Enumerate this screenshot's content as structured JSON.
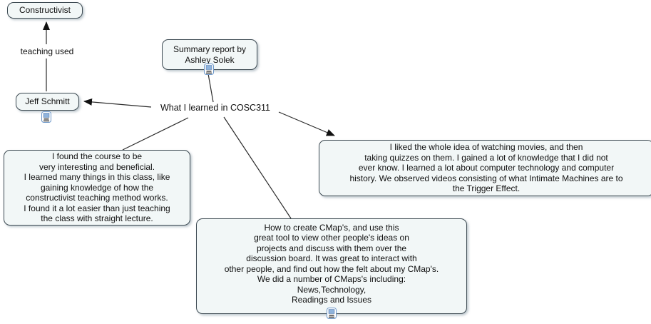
{
  "diagram": {
    "type": "concept-map",
    "root_label": "What I learned in COSC311",
    "nodes": {
      "constructivist": {
        "label": "Constructivist"
      },
      "teaching_used": {
        "label": "teaching used"
      },
      "jeff_schmitt": {
        "label": "Jeff Schmitt",
        "has_resource_icon": true
      },
      "summary_report": {
        "label": "Summary report by\nAshley Solek",
        "has_resource_icon": true
      },
      "root": {
        "label": "What I learned in COSC311"
      },
      "course_benefits": {
        "label": "I found the course to be\nvery interesting and beneficial.\nI learned many things in this class, like\ngaining knowledge of how the\nconstructivist teaching method works.\nI found it a lot easier than just teaching\nthe class with straight lecture."
      },
      "movies_quizzes": {
        "label": "I liked the whole idea of watching movies, and then\ntaking quizzes on them. I gained a lot of knowledge that I did not\never know. I learned a lot about computer technology and computer\nhistory. We observed videos consisting of what Intimate Machines are to\nthe Trigger Effect."
      },
      "cmap_skills": {
        "label": "How to create CMap's, and use this\ngreat tool to view other people's ideas on\nprojects and discuss with them over the\ndiscussion board. It was great to interact with\nother people, and find out how the felt about my CMap's.\nWe did a number of CMaps's including:\nNews,Technology,\nReadings and Issues",
        "has_resource_icon": true
      }
    },
    "edges": [
      {
        "from": "teaching_used",
        "to": "constructivist",
        "arrow": true
      },
      {
        "from": "jeff_schmitt",
        "to": "teaching_used",
        "arrow": false
      },
      {
        "from": "root",
        "to": "jeff_schmitt",
        "arrow": true
      },
      {
        "from": "summary_report",
        "to": "root",
        "arrow": false
      },
      {
        "from": "root",
        "to": "course_benefits",
        "arrow": false
      },
      {
        "from": "root",
        "to": "cmap_skills",
        "arrow": false
      },
      {
        "from": "root",
        "to": "movies_quizzes",
        "arrow": true
      }
    ],
    "icons": {
      "resource": "resource-icon"
    },
    "colors": {
      "background": "#ffffff",
      "node_bg": "#f2f7f7",
      "node_border": "#3d4a52",
      "edge": "#2b2b2b",
      "icon_border": "#6b96c8"
    }
  }
}
